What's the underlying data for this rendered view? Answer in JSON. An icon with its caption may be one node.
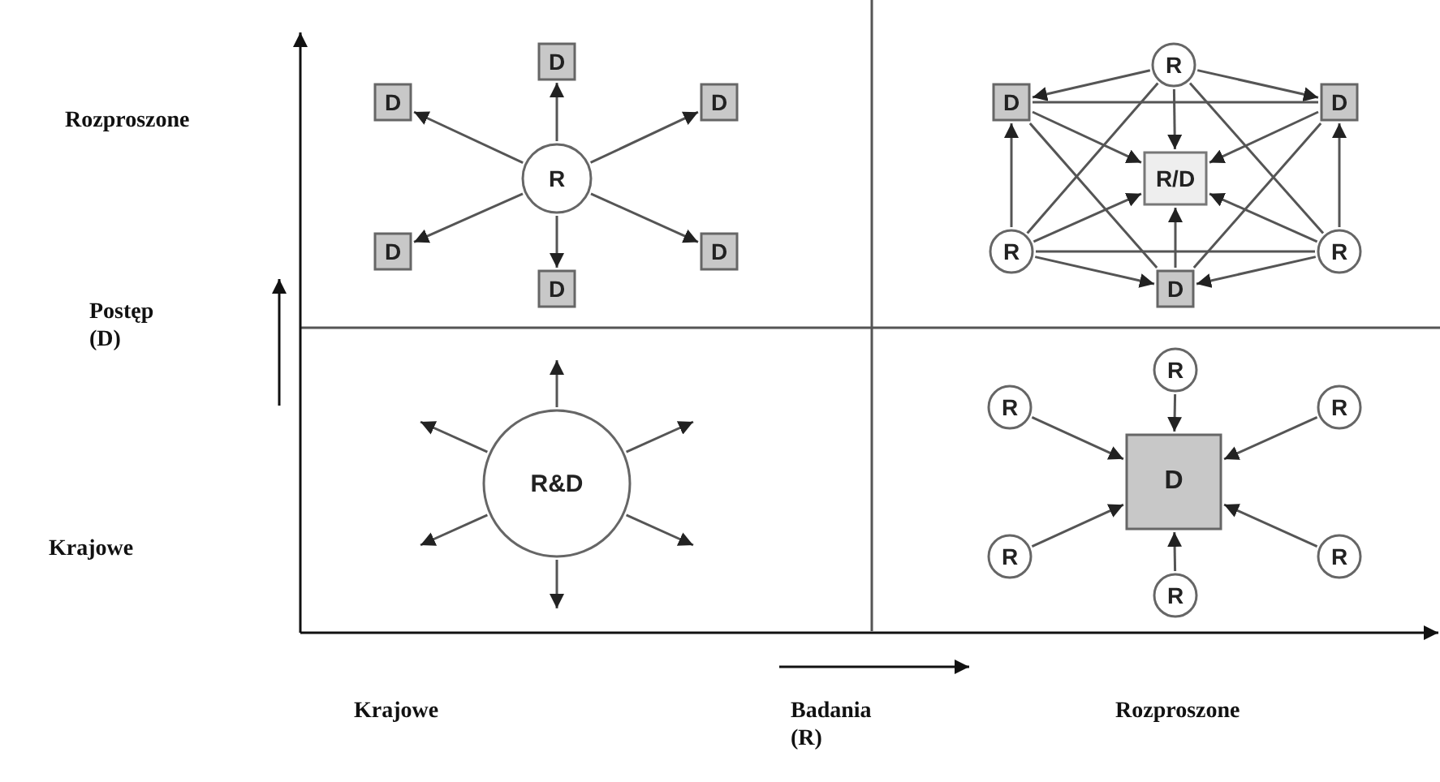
{
  "diagram": {
    "nodes": [
      {
        "text": [
          "D"
        ]
      },
      {
        "text": [
          "D"
        ]
      },
      {
        "text": [
          "D"
        ]
      },
      {
        "text": [
          "R"
        ]
      },
      {
        "text": [
          "D"
        ]
      },
      {
        "text": [
          "D"
        ]
      },
      {
        "text": [
          "D"
        ]
      },
      {
        "text": [
          "R"
        ]
      },
      {
        "text": [
          "D"
        ]
      },
      {
        "text": [
          "D"
        ]
      },
      {
        "text": [
          "R/D"
        ]
      },
      {
        "text": [
          "R"
        ]
      },
      {
        "text": [
          "R"
        ]
      },
      {
        "text": [
          "D"
        ]
      },
      {
        "text": [
          "R&D"
        ]
      },
      {
        "text": [
          "R"
        ]
      },
      {
        "text": [
          "R"
        ]
      },
      {
        "text": [
          "R"
        ]
      },
      {
        "text": [
          "D"
        ]
      },
      {
        "text": [
          "R"
        ]
      },
      {
        "text": [
          "R"
        ]
      },
      {
        "text": [
          "R"
        ]
      }
    ],
    "edges": [
      {
        "from": 3,
        "to": 0,
        "arrow": "to"
      },
      {
        "from": 3,
        "to": 1,
        "arrow": "to"
      },
      {
        "from": 3,
        "to": 2,
        "arrow": "to"
      },
      {
        "from": 3,
        "to": 4,
        "arrow": "to"
      },
      {
        "from": 3,
        "to": 5,
        "arrow": "to"
      },
      {
        "from": 3,
        "to": 6,
        "arrow": "to"
      },
      {
        "from": 7,
        "to": 8,
        "arrow": "to"
      },
      {
        "from": 7,
        "to": 9,
        "arrow": "to"
      },
      {
        "from": 7,
        "to": 10,
        "arrow": "to"
      },
      {
        "from": 8,
        "to": 9,
        "arrow": "none"
      },
      {
        "from": 8,
        "to": 10,
        "arrow": "to"
      },
      {
        "from": 9,
        "to": 10,
        "arrow": "to"
      },
      {
        "from": 11,
        "to": 8,
        "arrow": "to"
      },
      {
        "from": 12,
        "to": 9,
        "arrow": "to"
      },
      {
        "from": 11,
        "to": 10,
        "arrow": "to"
      },
      {
        "from": 12,
        "to": 10,
        "arrow": "to"
      },
      {
        "from": 13,
        "to": 10,
        "arrow": "to"
      },
      {
        "from": 11,
        "to": 13,
        "arrow": "to"
      },
      {
        "from": 12,
        "to": 13,
        "arrow": "to"
      },
      {
        "from": 11,
        "to": 12,
        "arrow": "none"
      },
      {
        "from": 7,
        "to": 11,
        "arrow": "none"
      },
      {
        "from": 7,
        "to": 12,
        "arrow": "none"
      },
      {
        "from": 8,
        "to": 13,
        "arrow": "none"
      },
      {
        "from": 9,
        "to": 13,
        "arrow": "none"
      },
      {
        "from": 14,
        "to": null,
        "arrow": "to"
      },
      {
        "from": 14,
        "to": null,
        "arrow": "to"
      },
      {
        "from": 14,
        "to": null,
        "arrow": "to"
      },
      {
        "from": 14,
        "to": null,
        "arrow": "to"
      },
      {
        "from": 14,
        "to": null,
        "arrow": "to"
      },
      {
        "from": 14,
        "to": null,
        "arrow": "to"
      },
      {
        "from": 15,
        "to": 18,
        "arrow": "to"
      },
      {
        "from": 16,
        "to": 18,
        "arrow": "to"
      },
      {
        "from": 17,
        "to": 18,
        "arrow": "to"
      },
      {
        "from": 19,
        "to": 18,
        "arrow": "to"
      },
      {
        "from": 20,
        "to": 18,
        "arrow": "to"
      },
      {
        "from": 21,
        "to": 18,
        "arrow": "to"
      }
    ],
    "labels": [
      "Rozproszone",
      "Postęp (D)",
      "Krajowe",
      "Krajowe",
      "Badania (R)",
      "Rozproszone"
    ]
  }
}
